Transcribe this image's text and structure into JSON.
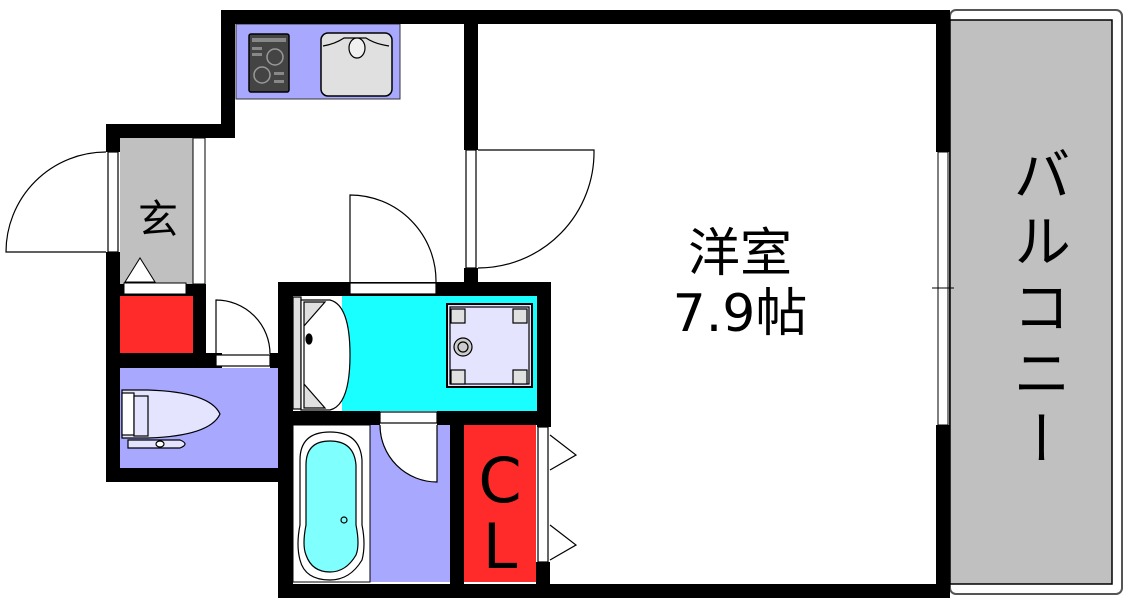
{
  "plan": {
    "rooms": {
      "western_room": {
        "name": "洋室",
        "size": "7.9帖"
      },
      "entrance": {
        "name": "玄"
      },
      "closet": {
        "line1": "C",
        "line2": "L"
      },
      "balcony": {
        "name": "バルコニー"
      }
    },
    "fixtures": [
      "gas-stove",
      "kitchen-sink",
      "toilet",
      "washbasin",
      "washing-machine-pan",
      "bathtub",
      "shoe-cabinet"
    ],
    "colors": {
      "wall": "#000000",
      "kitchen_counter": "#a8a8ff",
      "entrance_floor": "#c0c0c0",
      "shoe_cabinet": "#ff2a2a",
      "closet": "#ff2a2a",
      "washroom": "#19ffff",
      "toilet_room": "#a8a8ff",
      "bathroom": "#a8a8ff",
      "bathtub_water": "#80ffff",
      "balcony": "#c0c0c0"
    }
  }
}
